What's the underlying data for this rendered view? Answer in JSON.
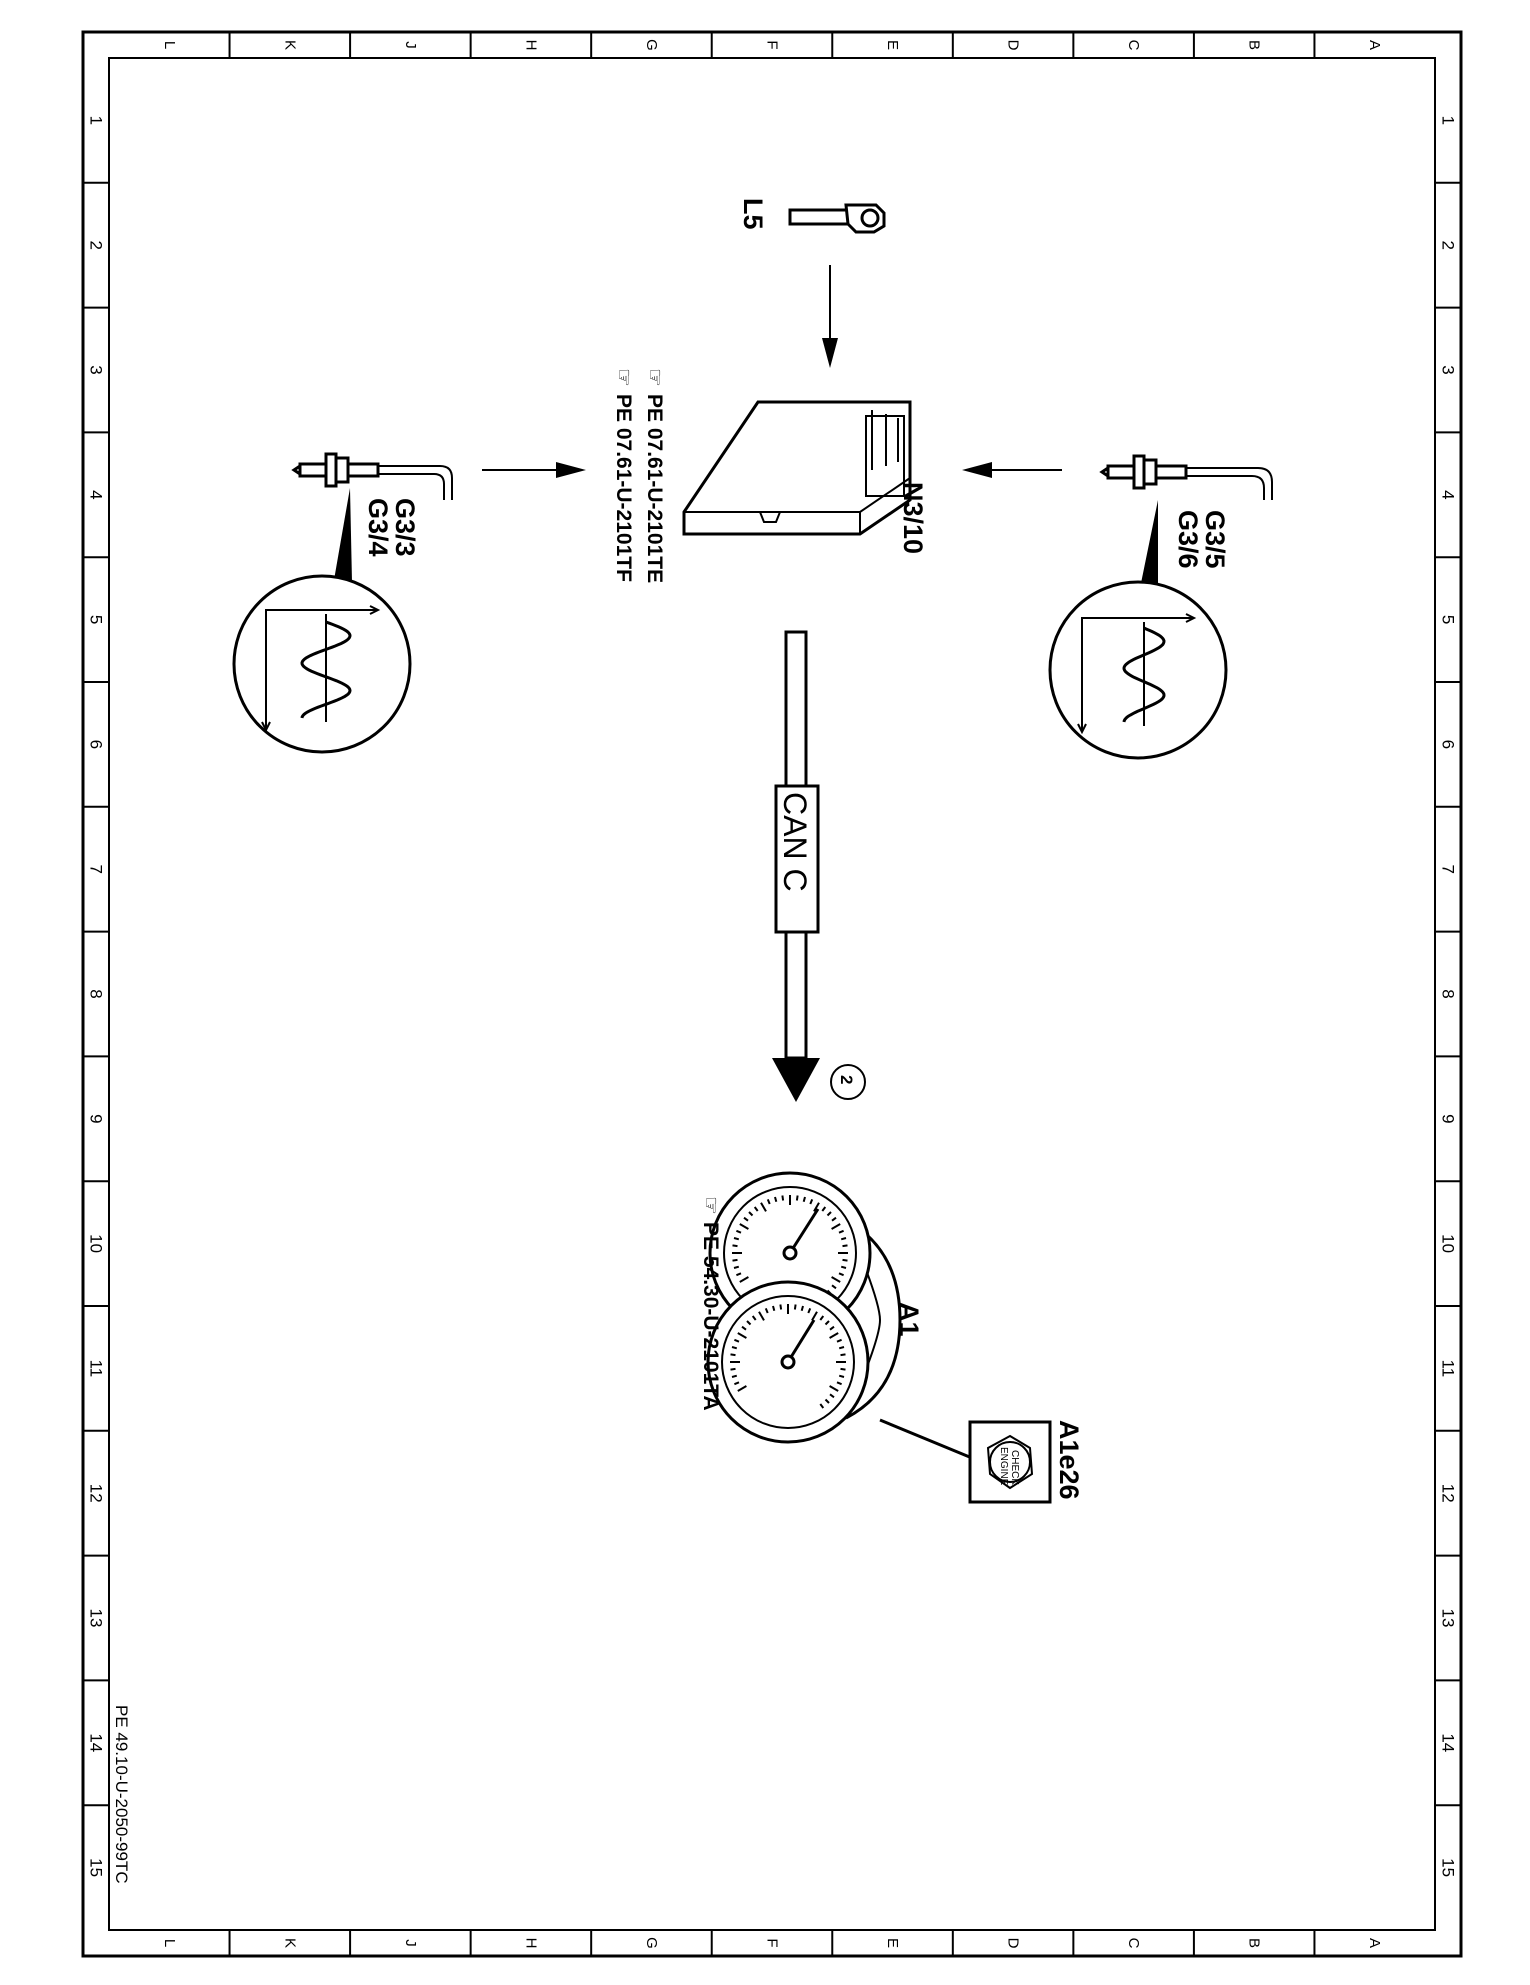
{
  "frame": {
    "columns": [
      "L",
      "K",
      "J",
      "H",
      "G",
      "F",
      "E",
      "D",
      "C",
      "B",
      "A"
    ],
    "rows": [
      "1",
      "2",
      "3",
      "4",
      "5",
      "6",
      "7",
      "8",
      "9",
      "10",
      "11",
      "12",
      "13",
      "14",
      "15"
    ],
    "document_id": "PE 49.10-U-2050-99TC"
  },
  "components": {
    "engine_control_unit": {
      "label": "N3/10"
    },
    "sensor_l5": {
      "label": "L5"
    },
    "left_oxygen_sensors": {
      "label_1": "G3/3",
      "label_2": "G3/4"
    },
    "right_oxygen_sensors": {
      "label_1": "G3/5",
      "label_2": "G3/6"
    },
    "instrument_cluster": {
      "label": "A1"
    },
    "check_engine_lamp": {
      "label": "A1e26",
      "icon_text_1": "CHECK",
      "icon_text_2": "ENGINE"
    }
  },
  "references": {
    "ecu_ref_1": "PE  07.61-U-2101TE",
    "ecu_ref_2": "PE  07.61-U-2101TF",
    "cluster_ref": "PE  54.30-U-2101TA"
  },
  "bus": {
    "label": "CAN  C",
    "marker": "2"
  },
  "icons": {
    "reference": "pointing-hand-icon",
    "sensor": "oxygen-sensor-icon",
    "waveform": "sine-waveform-icon",
    "gauge": "gauge-dial-icon"
  }
}
